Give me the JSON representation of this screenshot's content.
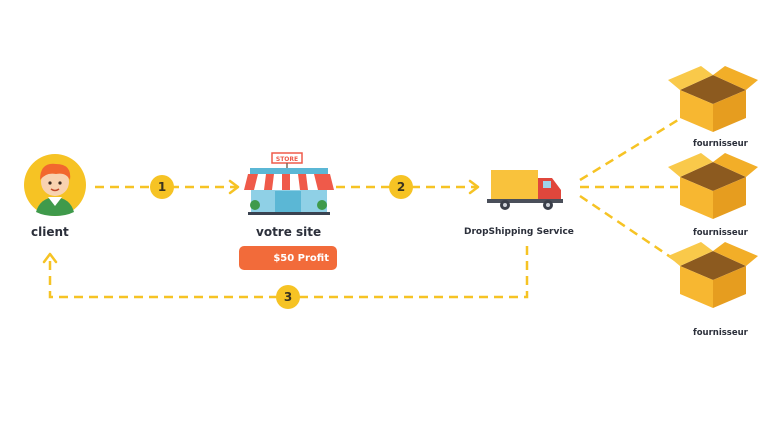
{
  "nodes": {
    "client": "client",
    "site": "votre site",
    "service": "DropShipping Service",
    "supplier1": "fournisseur",
    "supplier2": "fournisseur",
    "supplier3": "fournisseur"
  },
  "store_sign": "STORE",
  "profit_badge": "$50 Profit",
  "steps": [
    "1",
    "2",
    "3"
  ],
  "colors": {
    "dash": "#f6c324",
    "badge": "#f26b3a",
    "text": "#2b2f3a",
    "box": "#f7b731",
    "truck_cargo": "#f9c23c",
    "truck_cab": "#e0473c",
    "awning_red": "#ef5a4a",
    "store_blue": "#5bb7d5"
  },
  "icons": [
    "avatar-icon",
    "store-icon",
    "truck-icon",
    "box-icon"
  ]
}
